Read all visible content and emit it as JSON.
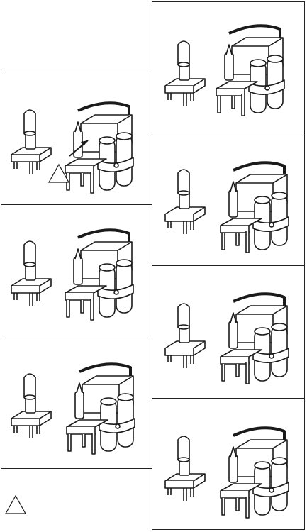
{
  "figure": {
    "left_column_panels": [
      "panel-1",
      "panel-2",
      "panel-3"
    ],
    "right_column_panels": [
      "panel-4",
      "panel-5",
      "panel-6",
      "panel-7"
    ],
    "symbols": [
      "warning-triangle",
      "warning-triangle"
    ],
    "colors": {
      "line": "#1a1a1a",
      "background": "#ffffff"
    }
  }
}
